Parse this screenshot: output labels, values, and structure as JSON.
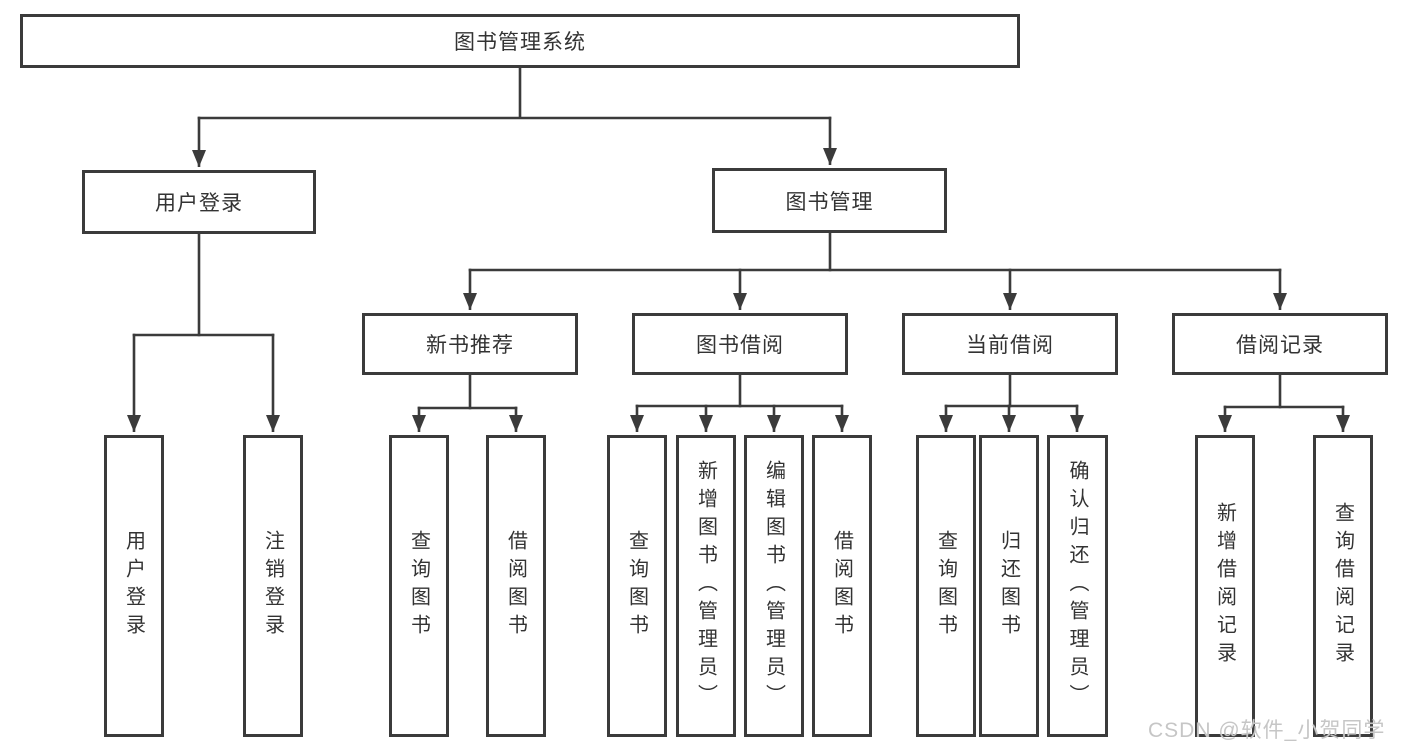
{
  "diagram": {
    "root": {
      "label": "图书管理系统"
    },
    "user_login": {
      "label": "用户登录",
      "children": [
        {
          "label": "用户登录"
        },
        {
          "label": "注销登录"
        }
      ]
    },
    "book_management": {
      "label": "图书管理",
      "sections": [
        {
          "label": "新书推荐",
          "children": [
            {
              "label": "查询图书"
            },
            {
              "label": "借阅图书"
            }
          ]
        },
        {
          "label": "图书借阅",
          "children": [
            {
              "label": "查询图书"
            },
            {
              "label": "新增图书（管理员）"
            },
            {
              "label": "编辑图书（管理员）"
            },
            {
              "label": "借阅图书"
            }
          ]
        },
        {
          "label": "当前借阅",
          "children": [
            {
              "label": "查询图书"
            },
            {
              "label": "归还图书"
            },
            {
              "label": "确认归还（管理员）"
            }
          ]
        },
        {
          "label": "借阅记录",
          "children": [
            {
              "label": "新增借阅记录"
            },
            {
              "label": "查询借阅记录"
            }
          ]
        }
      ]
    }
  },
  "watermark": {
    "text": "CSDN @软件_小贺同学"
  },
  "colors": {
    "line": "#3b3b3b",
    "text": "#333333",
    "watermark": "#c6c6c6",
    "background": "#ffffff"
  }
}
